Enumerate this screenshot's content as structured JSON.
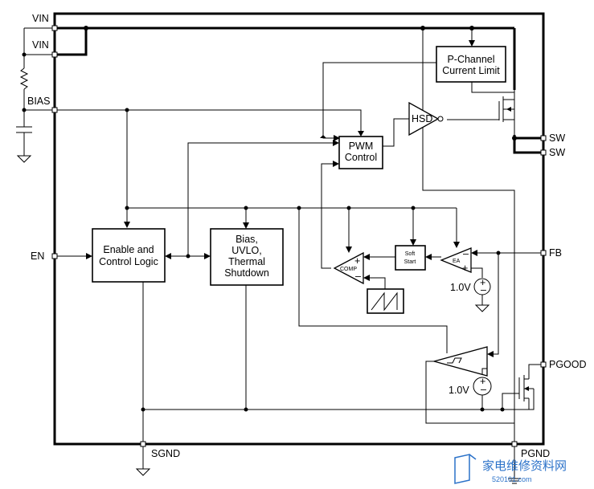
{
  "pins": {
    "vin1": "VIN",
    "vin2": "VIN",
    "bias": "BIAS",
    "en": "EN",
    "sw1": "SW",
    "sw2": "SW",
    "fb": "FB",
    "pgood": "PGOOD",
    "sgnd": "SGND",
    "pgnd": "PGND"
  },
  "blocks": {
    "current_limit": [
      "P-Channel",
      "Current Limit"
    ],
    "pwm": [
      "PWM",
      "Control"
    ],
    "hsd": "HSD",
    "enable": [
      "Enable and",
      "Control Logic"
    ],
    "bias_block": [
      "Bias,",
      "UVLO,",
      "Thermal",
      "Shutdown"
    ],
    "soft_start": [
      "Soft",
      "Start"
    ],
    "ea": "EA",
    "comp": "COMP"
  },
  "signs": {
    "plus": "+",
    "minus": "–"
  },
  "refs": {
    "vref_ea": "1.0V",
    "vref_pg": "1.0V"
  },
  "watermark": {
    "cn": "家电维修资料网",
    "url": "520101.com"
  }
}
